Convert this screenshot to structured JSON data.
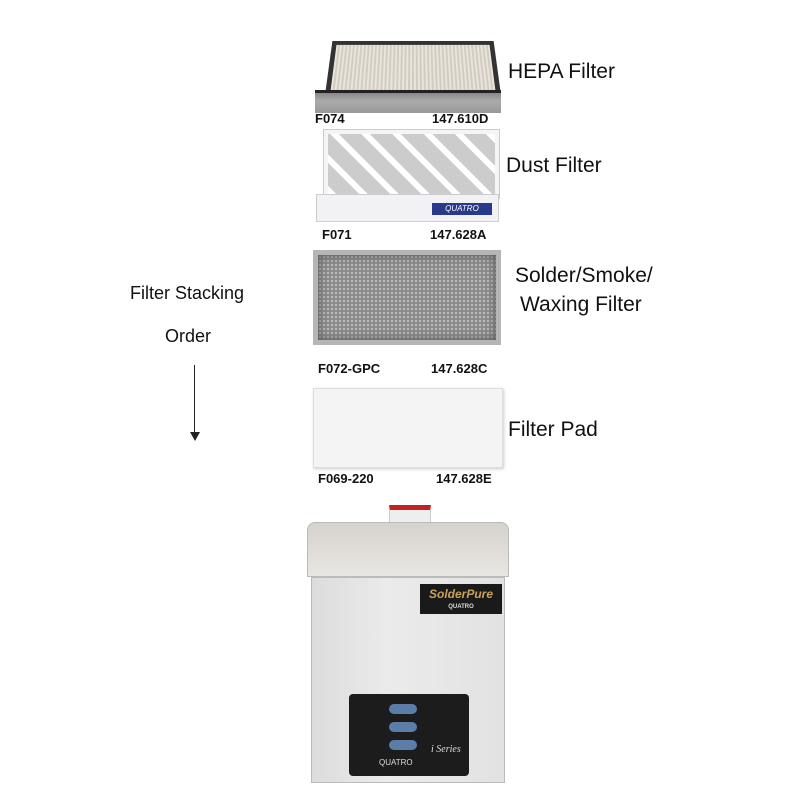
{
  "side_label": {
    "line1": "Filter Stacking",
    "line2": "Order"
  },
  "filters": [
    {
      "name": "HEPA Filter",
      "part": "F074",
      "code": "147.610D"
    },
    {
      "name": "Dust Filter",
      "part": "F071",
      "code": "147.628A",
      "brand": "QUATRO"
    },
    {
      "name_line1": "Solder/Smoke/",
      "name_line2": "Waxing Filter",
      "part": "F072-GPC",
      "code": "147.628C"
    },
    {
      "name": "Filter Pad",
      "part": "F069-220",
      "code": "147.628E"
    }
  ],
  "unit": {
    "logo": "SolderPure",
    "logo_sub": "QUATRO",
    "panel_series": "i Series",
    "panel_brand": "QUATRO",
    "cap_color": "#c22222"
  }
}
